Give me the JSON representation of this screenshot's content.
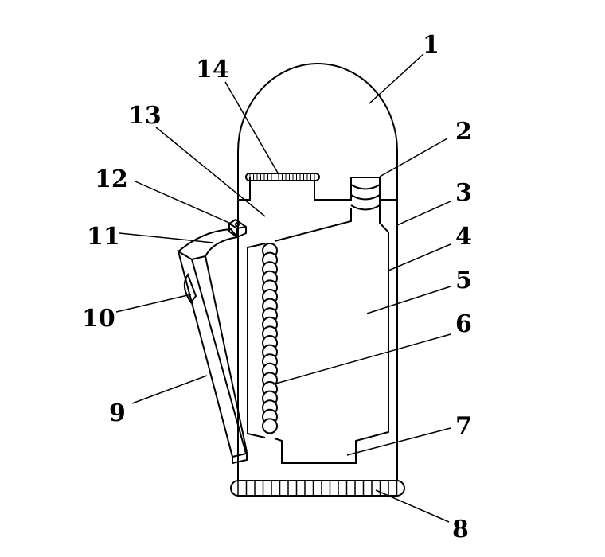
{
  "title": "Patent drawing of device with numbered parts",
  "labels": [
    "1",
    "2",
    "3",
    "4",
    "5",
    "6",
    "7",
    "8",
    "9",
    "10",
    "11",
    "12",
    "13",
    "14"
  ],
  "colors": {
    "line": "#000000",
    "background": "#ffffff"
  }
}
